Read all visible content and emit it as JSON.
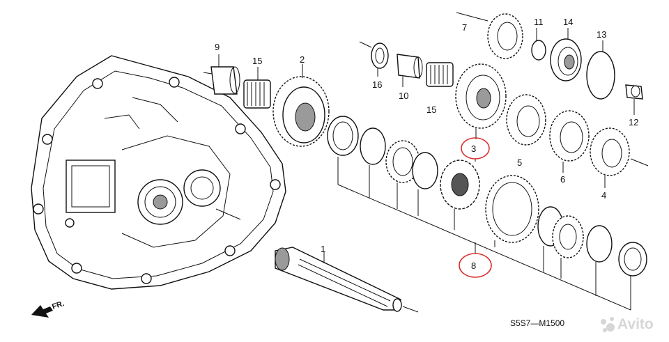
{
  "diagram": {
    "part_labels": [
      "1",
      "2",
      "3",
      "4",
      "5",
      "6",
      "7",
      "8",
      "9",
      "10",
      "11",
      "12",
      "13",
      "14",
      "15",
      "15",
      "16"
    ],
    "circled_callouts": [
      "3",
      "8"
    ],
    "diagram_code": "S5S7—M1500",
    "direction_marker": "FR.",
    "watermark": "Avito",
    "colors": {
      "ink": "#111111",
      "callout_circle": "#d93030",
      "watermark": "#d6d6d6"
    }
  }
}
